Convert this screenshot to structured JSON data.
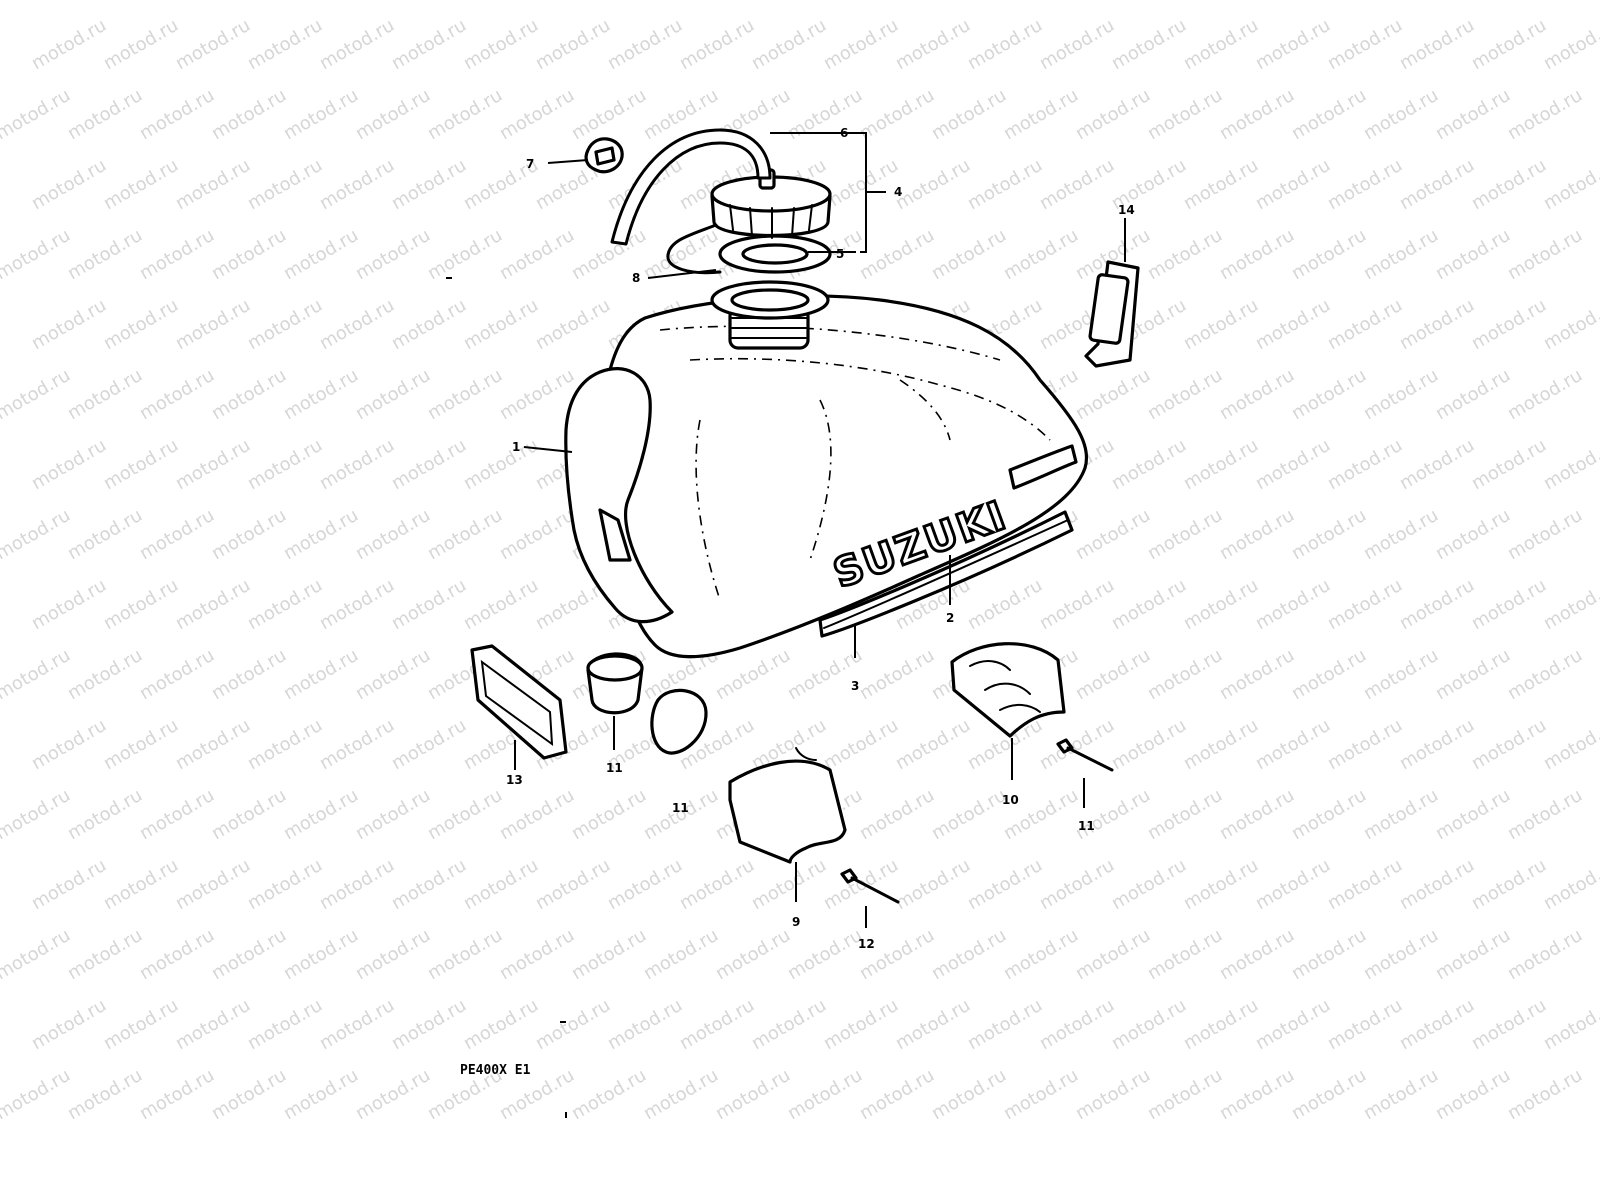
{
  "watermark": {
    "text": "motod.ru",
    "color": "#d6d6d6"
  },
  "brand": {
    "logo_text": "SUZUKI"
  },
  "diagram_code": "PE400X E1",
  "callouts": {
    "c1": "1",
    "c2": "2",
    "c3": "3",
    "c4": "4",
    "c5": "5",
    "c6": "6",
    "c7": "7",
    "c8": "8",
    "c9": "9",
    "c10": "10",
    "c11a": "11",
    "c11b": "11",
    "c11c": "11",
    "c12": "12",
    "c13": "13",
    "c14": "14"
  }
}
